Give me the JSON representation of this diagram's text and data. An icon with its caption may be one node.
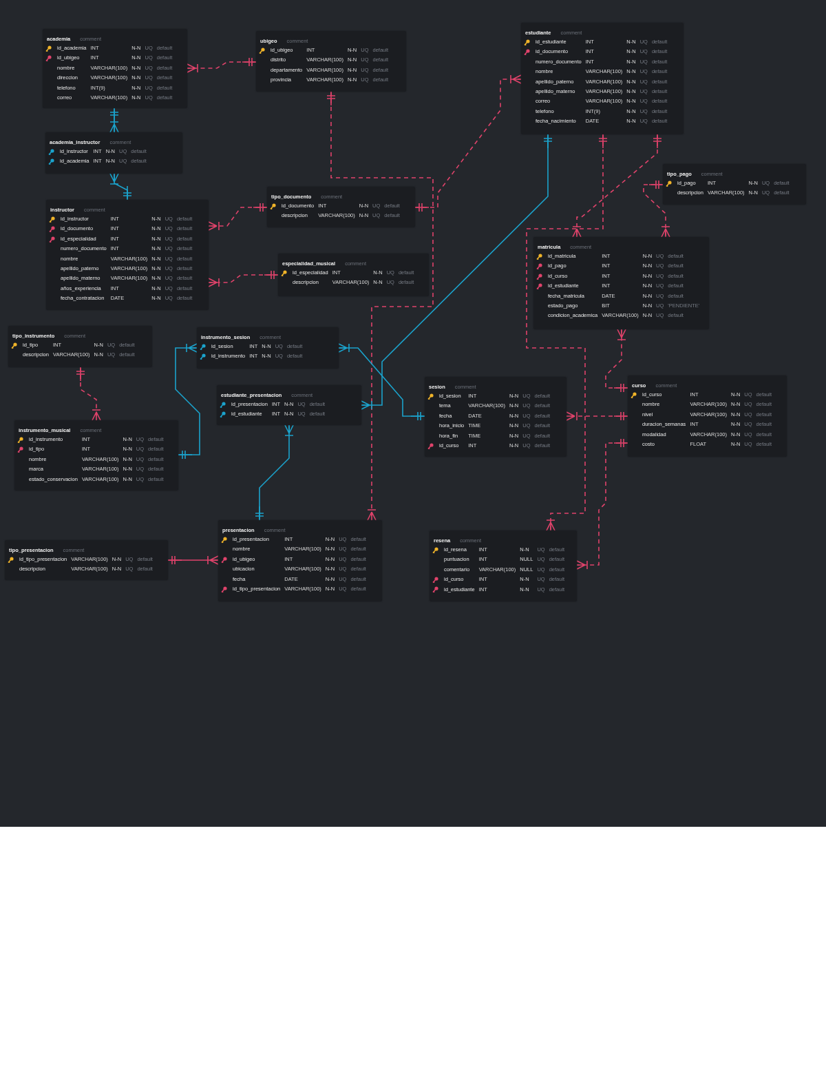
{
  "diagram": {
    "nodes": [
      {
        "text": [
          "academia",
          "comment",
          "id_academia",
          "INT",
          "N-N",
          "UQ",
          "default",
          "id_ubigeo",
          "INT",
          "N-N",
          "UQ",
          "default",
          "nombre",
          "VARCHAR(100)",
          "N-N",
          "UQ",
          "default",
          "direccion",
          "VARCHAR(100)",
          "N-N",
          "UQ",
          "default",
          "telefono",
          "INT(9)",
          "N-N",
          "UQ",
          "default",
          "correo",
          "VARCHAR(100)",
          "N-N",
          "UQ",
          "default"
        ]
      },
      {
        "text": [
          "ubigeo",
          "comment",
          "id_ubigeo",
          "INT",
          "N-N",
          "UQ",
          "default",
          "distrito",
          "VARCHAR(100)",
          "N-N",
          "UQ",
          "default",
          "departamento",
          "VARCHAR(100)",
          "N-N",
          "UQ",
          "default",
          "provincia",
          "VARCHAR(100)",
          "N-N",
          "UQ",
          "default"
        ]
      },
      {
        "text": [
          "estudiante",
          "comment",
          "id_estudiante",
          "INT",
          "N-N",
          "UQ",
          "default",
          "id_documento",
          "INT",
          "N-N",
          "UQ",
          "default",
          "numero_documento",
          "INT",
          "N-N",
          "UQ",
          "default",
          "nombre",
          "VARCHAR(100)",
          "N-N",
          "UQ",
          "default",
          "apellido_paterno",
          "VARCHAR(100)",
          "N-N",
          "UQ",
          "default",
          "apellido_materno",
          "VARCHAR(100)",
          "N-N",
          "UQ",
          "default",
          "correo",
          "VARCHAR(100)",
          "N-N",
          "UQ",
          "default",
          "telefono",
          "INT(9)",
          "N-N",
          "UQ",
          "default",
          "fecha_nacimiento",
          "DATE",
          "N-N",
          "UQ",
          "default"
        ]
      },
      {
        "text": [
          "academia_instructor",
          "comment",
          "id_instructor",
          "INT",
          "N-N",
          "UQ",
          "default",
          "id_academia",
          "INT",
          "N-N",
          "UQ",
          "default"
        ]
      },
      {
        "text": [
          "tipo_pago",
          "comment",
          "id_pago",
          "INT",
          "N-N",
          "UQ",
          "default",
          "descripcion",
          "VARCHAR(100)",
          "N-N",
          "UQ",
          "default"
        ]
      },
      {
        "text": [
          "tipo_documento",
          "comment",
          "id_documento",
          "INT",
          "N-N",
          "UQ",
          "default",
          "descripcion",
          "VARCHAR(100)",
          "N-N",
          "UQ",
          "default"
        ]
      },
      {
        "text": [
          "instructor",
          "comment",
          "id_instructor",
          "INT",
          "N-N",
          "UQ",
          "default",
          "id_documento",
          "INT",
          "N-N",
          "UQ",
          "default",
          "id_especialidad",
          "INT",
          "N-N",
          "UQ",
          "default",
          "numero_documento",
          "INT",
          "N-N",
          "UQ",
          "default",
          "nombre",
          "VARCHAR(100)",
          "N-N",
          "UQ",
          "default",
          "apellido_paterno",
          "VARCHAR(100)",
          "N-N",
          "UQ",
          "default",
          "apellido_materno",
          "VARCHAR(100)",
          "N-N",
          "UQ",
          "default",
          "años_experiencia",
          "INT",
          "N-N",
          "UQ",
          "default",
          "fecha_contratacion",
          "DATE",
          "N-N",
          "UQ",
          "default"
        ]
      },
      {
        "text": [
          "especialidad_musical",
          "comment",
          "id_especialidad",
          "INT",
          "N-N",
          "UQ",
          "default",
          "descripcion",
          "VARCHAR(100)",
          "N-N",
          "UQ",
          "default"
        ]
      },
      {
        "text": [
          "matricula",
          "comment",
          "id_matricula",
          "INT",
          "N-N",
          "UQ",
          "default",
          "id_pago",
          "INT",
          "N-N",
          "UQ",
          "default",
          "id_curso",
          "INT",
          "N-N",
          "UQ",
          "default",
          "id_estudiante",
          "INT",
          "N-N",
          "UQ",
          "default",
          "fecha_matricula",
          "DATE",
          "N-N",
          "UQ",
          "default",
          "estado_pago",
          "BIT",
          "N-N",
          "UQ",
          "'PENDIENTE'",
          "condicion_academica",
          "VARCHAR(100)",
          "N-N",
          "UQ",
          "default"
        ]
      },
      {
        "text": [
          "tipo_instrumento",
          "comment",
          "id_tipo",
          "INT",
          "N-N",
          "UQ",
          "default",
          "descripcion",
          "VARCHAR(100)",
          "N-N",
          "UQ",
          "default"
        ]
      },
      {
        "text": [
          "instrumento_sesion",
          "comment",
          "id_sesion",
          "INT",
          "N-N",
          "UQ",
          "default",
          "id_instrumento",
          "INT",
          "N-N",
          "UQ",
          "default"
        ]
      },
      {
        "text": [
          "estudiante_presentacion",
          "comment",
          "id_presentacion",
          "INT",
          "N-N",
          "UQ",
          "default",
          "id_estudiante",
          "INT",
          "N-N",
          "UQ",
          "default"
        ]
      },
      {
        "text": [
          "sesion",
          "comment",
          "id_sesion",
          "INT",
          "N-N",
          "UQ",
          "default",
          "tema",
          "VARCHAR(100)",
          "N-N",
          "UQ",
          "default",
          "fecha",
          "DATE",
          "N-N",
          "UQ",
          "default",
          "hora_inicio",
          "TIME",
          "N-N",
          "UQ",
          "default",
          "hora_fin",
          "TIME",
          "N-N",
          "UQ",
          "default",
          "id_curso",
          "INT",
          "N-N",
          "UQ",
          "default"
        ]
      },
      {
        "text": [
          "curso",
          "comment",
          "id_curso",
          "INT",
          "N-N",
          "UQ",
          "default",
          "nombre",
          "VARCHAR(100)",
          "N-N",
          "UQ",
          "default",
          "nivel",
          "VARCHAR(100)",
          "N-N",
          "UQ",
          "default",
          "duracion_semanas",
          "INT",
          "N-N",
          "UQ",
          "default",
          "modalidad",
          "VARCHAR(100)",
          "N-N",
          "UQ",
          "default",
          "costo",
          "FLOAT",
          "N-N",
          "UQ",
          "default"
        ]
      },
      {
        "text": [
          "instrumento_musical",
          "comment",
          "id_instrumento",
          "INT",
          "N-N",
          "UQ",
          "default",
          "id_tipo",
          "INT",
          "N-N",
          "UQ",
          "default",
          "nombre",
          "VARCHAR(100)",
          "N-N",
          "UQ",
          "default",
          "marca",
          "VARCHAR(100)",
          "N-N",
          "UQ",
          "default",
          "estado_conservacion",
          "VARCHAR(100)",
          "N-N",
          "UQ",
          "default"
        ]
      },
      {
        "text": [
          "tipo_presentacion",
          "comment",
          "id_tipo_presentacion",
          "VARCHAR(100)",
          "N-N",
          "UQ",
          "default",
          "descripcion",
          "VARCHAR(100)",
          "N-N",
          "UQ",
          "default"
        ]
      },
      {
        "text": [
          "presentacion",
          "comment",
          "id_presentacion",
          "INT",
          "N-N",
          "UQ",
          "default",
          "nombre",
          "VARCHAR(100)",
          "N-N",
          "UQ",
          "default",
          "id_ubigeo",
          "INT",
          "N-N",
          "UQ",
          "default",
          "ubicacion",
          "VARCHAR(100)",
          "N-N",
          "UQ",
          "default",
          "fecha",
          "DATE",
          "N-N",
          "UQ",
          "default",
          "id_tipo_presentacion",
          "VARCHAR(100)",
          "N-N",
          "UQ",
          "default"
        ]
      },
      {
        "text": [
          "resena",
          "comment",
          "id_resena",
          "INT",
          "N-N",
          "UQ",
          "default",
          "puntuacion",
          "INT",
          "NULL",
          "UQ",
          "default",
          "comentario",
          "VARCHAR(100)",
          "NULL",
          "UQ",
          "default",
          "id_curso",
          "INT",
          "N-N",
          "UQ",
          "default",
          "id_estudiante",
          "INT",
          "N-N",
          "UQ",
          "default"
        ]
      }
    ],
    "edges": [
      {
        "from": 1,
        "to": 0,
        "arrow": "other",
        "style": "dashed"
      },
      {
        "from": 0,
        "to": 3,
        "arrow": "other",
        "color": "#1ba3cc"
      },
      {
        "from": 6,
        "to": 3,
        "arrow": "other",
        "color": "#1ba3cc"
      },
      {
        "from": 5,
        "to": 6,
        "arrow": "other",
        "style": "dashed"
      },
      {
        "from": 1,
        "to": 16,
        "arrow": "other",
        "style": "dashed"
      },
      {
        "from": 5,
        "to": 2,
        "arrow": "other",
        "style": "dashed"
      },
      {
        "from": 2,
        "to": 11,
        "arrow": "other",
        "color": "#1ba3cc"
      },
      {
        "from": 2,
        "to": 17,
        "arrow": "other",
        "style": "dashed"
      },
      {
        "from": 2,
        "to": 8,
        "arrow": "other",
        "style": "dashed"
      },
      {
        "from": 4,
        "to": 8,
        "arrow": "other",
        "style": "dashed"
      },
      {
        "from": 7,
        "to": 6,
        "arrow": "other",
        "style": "dashed"
      },
      {
        "from": 13,
        "to": 8,
        "arrow": "other",
        "style": "dashed"
      },
      {
        "from": 13,
        "to": 12,
        "arrow": "other",
        "style": "dashed"
      },
      {
        "from": 13,
        "to": 17,
        "arrow": "other",
        "style": "dashed"
      },
      {
        "from": 14,
        "to": 10,
        "arrow": "other",
        "color": "#1ba3cc"
      },
      {
        "from": 12,
        "to": 10,
        "arrow": "other",
        "color": "#1ba3cc"
      },
      {
        "from": 16,
        "to": 11,
        "arrow": "other",
        "color": "#1ba3cc"
      },
      {
        "from": 15,
        "to": 16,
        "arrow": "other"
      },
      {
        "from": 9,
        "to": 14,
        "arrow": "other",
        "style": "dashed"
      }
    ]
  }
}
